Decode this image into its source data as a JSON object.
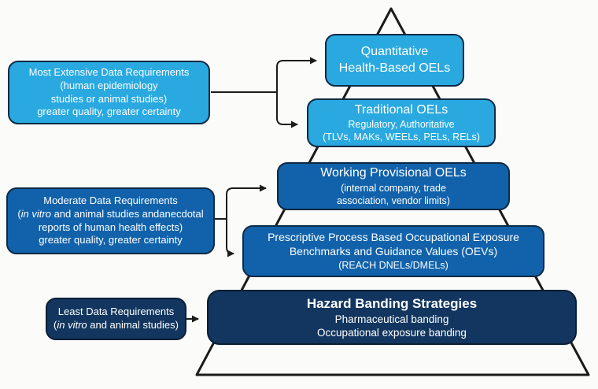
{
  "colors": {
    "light_blue": "#29a9e0",
    "medium_blue": "#1162ab",
    "dark_navy": "#12365f",
    "box_border": "#0f2a44",
    "line_color": "#1b1b1b",
    "text_color": "#ffffff"
  },
  "annotations": {
    "most": {
      "line1": "Most Extensive Data Requirements",
      "line2": "(human epidemiology",
      "line3": "studies or animal studies)",
      "line4": "greater quality, greater certainty"
    },
    "moderate": {
      "line1": "Moderate Data Requirements",
      "line2_pre": "(",
      "line2_italic": "in vitro",
      "line2_post": " and animal studies andanecdotal",
      "line3": "reports of human health effects)",
      "line4": "greater quality, greater certainty"
    },
    "least": {
      "line1": "Least Data Requirements",
      "line2_pre": "(",
      "line2_italic": "in vitro",
      "line2_post": " and animal studies)"
    }
  },
  "pyramid": {
    "levels": [
      {
        "title_line1": "Quantitative",
        "title_line2": "Health-Based OELs"
      },
      {
        "title": "Traditional OELs",
        "sub1": "Regulatory, Authoritative",
        "sub2": "(TLVs, MAKs, WEELs, PELs, RELs)"
      },
      {
        "title": "Working Provisional OELs",
        "sub1": "(internal company, trade",
        "sub2": "association, vendor limits)"
      },
      {
        "line1": "Prescriptive Process Based Occupational Exposure",
        "line2": "Benchmarks and Guidance Values (OEVs)",
        "line3": "(REACH DNELs/DMELs)"
      },
      {
        "title": "Hazard Banding Strategies",
        "sub1": "Pharmaceutical banding",
        "sub2": "Occupational exposure banding"
      }
    ]
  }
}
